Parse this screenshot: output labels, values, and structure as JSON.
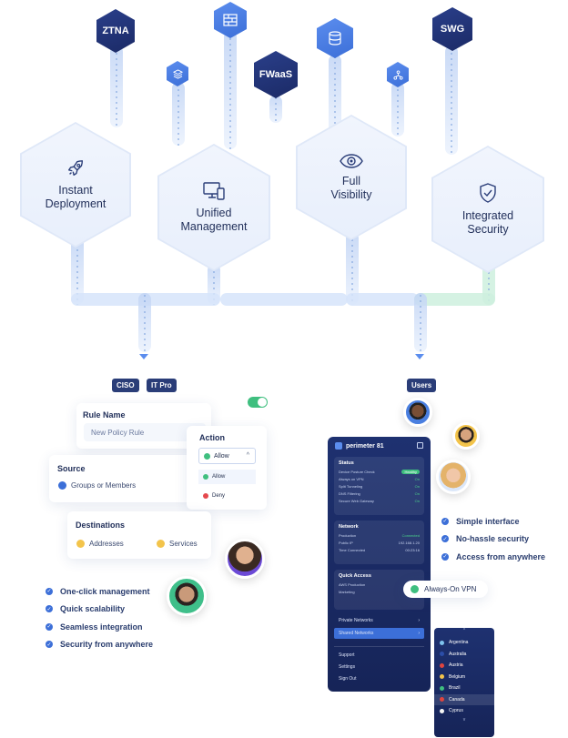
{
  "top_hexes": {
    "ztna": "ZTNA",
    "fwaas": "FWaaS",
    "swg": "SWG"
  },
  "features": [
    {
      "label": "Instant Deployment",
      "icon": "rocket-icon"
    },
    {
      "label": "Unified Management",
      "icon": "devices-icon"
    },
    {
      "label": "Full Visibility",
      "icon": "eye-icon"
    },
    {
      "label": "Integrated Security",
      "icon": "shield-check-icon"
    }
  ],
  "tags": {
    "ciso": "CISO",
    "itpro": "IT Pro",
    "users": "Users"
  },
  "rule_card": {
    "title": "Rule Name",
    "placeholder": "New Policy Rule"
  },
  "action_card": {
    "title": "Action",
    "selected": "Allow",
    "options": [
      "Allow",
      "Deny"
    ]
  },
  "source_card": {
    "title": "Source",
    "value": "Groups or Members"
  },
  "dest_card": {
    "title": "Destinations",
    "addresses": "Addresses",
    "services": "Services"
  },
  "admin_benefits": [
    "One-click management",
    "Quick scalability",
    "Seamless integration",
    "Security from anywhere"
  ],
  "user_benefits": [
    "Simple interface",
    "No-hassle security",
    "Access from anywhere"
  ],
  "app": {
    "brand": "perimeter 81",
    "status_title": "Status",
    "status_rows": [
      {
        "label": "Device Posture Check",
        "value": "Healthy"
      },
      {
        "label": "Always on VPN",
        "value": "On"
      },
      {
        "label": "Split Tunneling",
        "value": "On"
      },
      {
        "label": "DNS Filtering",
        "value": "On"
      },
      {
        "label": "Secure Web Gateway",
        "value": "On"
      }
    ],
    "network_title": "Network",
    "network_rows": [
      {
        "label": "Production",
        "value": "Connected"
      },
      {
        "label": "Public IP",
        "value": "192.168.1.20"
      },
      {
        "label": "Time Connected",
        "value": "00:23:16"
      }
    ],
    "quick_title": "Quick Access",
    "quick_rows": [
      "AWS Production",
      "Marketing"
    ],
    "nav": [
      "Private Networks",
      "Shared Networks"
    ],
    "footer": [
      "Support",
      "Settings",
      "Sign Out"
    ],
    "vpn_badge": "Always-On VPN"
  },
  "countries": [
    "Argentina",
    "Australia",
    "Austria",
    "Belgium",
    "Brazil",
    "Canada",
    "Cyprus"
  ],
  "colors": {
    "navy": "#1b2a66",
    "blue": "#3c6fd8",
    "green": "#3fbf7f"
  }
}
